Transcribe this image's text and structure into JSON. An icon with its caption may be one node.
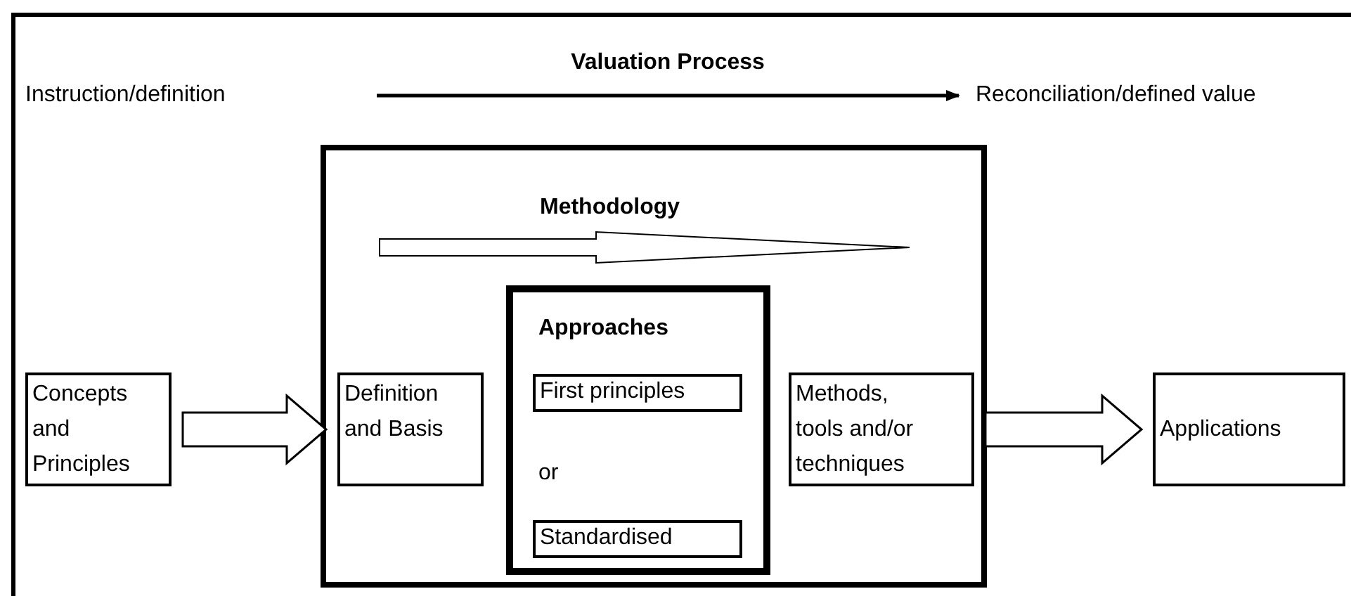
{
  "diagram": {
    "nodes": [
      {
        "text": [
          "Instruction/definition"
        ]
      },
      {
        "text": [
          "Reconciliation/defined value"
        ]
      },
      {
        "text": [
          "Methodology"
        ]
      },
      {
        "text": [
          "Concepts and Principles"
        ]
      },
      {
        "text": [
          "Definition and Basis"
        ],
        "in": 2
      },
      {
        "text": [
          "Approaches",
          "or"
        ],
        "in": 2
      },
      {
        "text": [
          "First principles"
        ],
        "in": 5
      },
      {
        "text": [
          "Standardised"
        ],
        "in": 5
      },
      {
        "text": [
          "Methods, tools and/or techniques"
        ],
        "in": 2
      },
      {
        "text": [
          "Applications"
        ]
      }
    ],
    "edges": [
      {
        "from": 0,
        "to": 1,
        "arrow": "to",
        "label": "Valuation Process"
      },
      {
        "from": 3,
        "to": 4,
        "arrow": "to",
        "style": "thick"
      },
      {
        "from": 8,
        "to": 9,
        "arrow": "to",
        "style": "thick"
      }
    ]
  }
}
